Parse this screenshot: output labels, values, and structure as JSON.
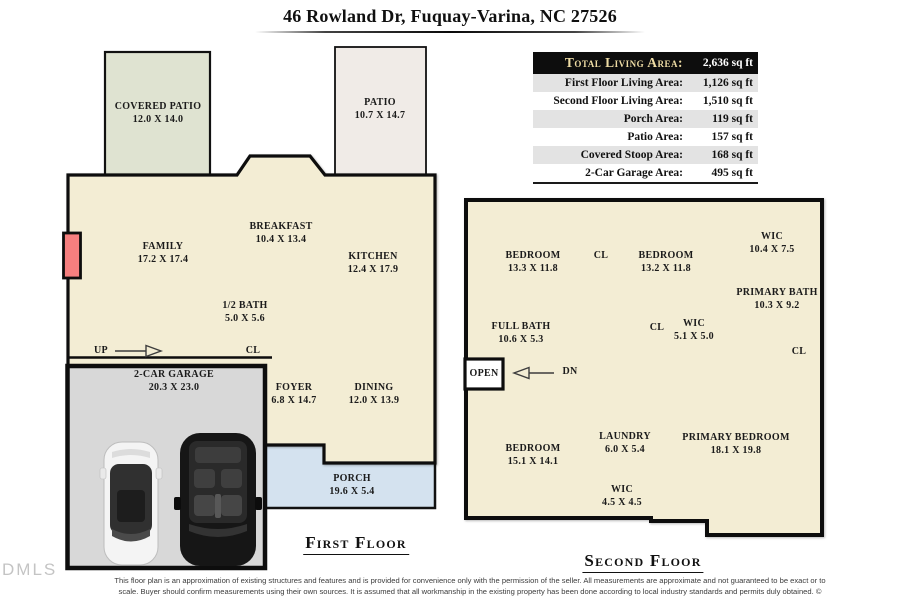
{
  "title": "46 Rowland Dr, Fuquay-Varina, NC 27526",
  "area_table": {
    "header": {
      "label": "Total Living Area:",
      "value": "2,636 sq ft"
    },
    "rows": [
      {
        "label": "First Floor Living Area:",
        "value": "1,126 sq ft"
      },
      {
        "label": "Second Floor Living Area:",
        "value": "1,510 sq ft"
      },
      {
        "label": "Porch Area:",
        "value": "119 sq ft"
      },
      {
        "label": "Patio Area:",
        "value": "157 sq ft"
      },
      {
        "label": "Covered Stoop Area:",
        "value": "168 sq ft"
      },
      {
        "label": "2-Car Garage Area:",
        "value": "495 sq ft"
      }
    ]
  },
  "first_floor": {
    "heading": "First Floor",
    "rooms": [
      {
        "name": "COVERED PATIO",
        "dims": "12.0 X 14.0"
      },
      {
        "name": "PATIO",
        "dims": "10.7 X 14.7"
      },
      {
        "name": "BREAKFAST",
        "dims": "10.4 X 13.4"
      },
      {
        "name": "FAMILY",
        "dims": "17.2 X 17.4"
      },
      {
        "name": "KITCHEN",
        "dims": "12.4 X 17.9"
      },
      {
        "name": "1/2 BATH",
        "dims": "5.0 X 5.6"
      },
      {
        "name": "2-CAR GARAGE",
        "dims": "20.3 X 23.0"
      },
      {
        "name": "FOYER",
        "dims": "6.8 X 14.7"
      },
      {
        "name": "DINING",
        "dims": "12.0 X 13.9"
      },
      {
        "name": "PORCH",
        "dims": "19.6 X 5.4"
      }
    ],
    "markers": {
      "up": "UP",
      "cl": "CL"
    }
  },
  "second_floor": {
    "heading": "Second Floor",
    "rooms": [
      {
        "name": "BEDROOM",
        "dims": "13.3 X 11.8"
      },
      {
        "name": "BEDROOM",
        "dims": "13.2 X 11.8"
      },
      {
        "name": "WIC",
        "dims": "10.4 X 7.5"
      },
      {
        "name": "PRIMARY BATH",
        "dims": "10.3 X 9.2"
      },
      {
        "name": "FULL BATH",
        "dims": "10.6 X 5.3"
      },
      {
        "name": "WIC",
        "dims": "5.1 X 5.0"
      },
      {
        "name": "BEDROOM",
        "dims": "15.1 X 14.1"
      },
      {
        "name": "LAUNDRY",
        "dims": "6.0 X 5.4"
      },
      {
        "name": "PRIMARY BEDROOM",
        "dims": "18.1 X 19.8"
      },
      {
        "name": "WIC",
        "dims": "4.5 X 4.5"
      }
    ],
    "markers": {
      "open": "OPEN",
      "dn": "DN",
      "cl": "CL"
    }
  },
  "watermark": "DMLS",
  "disclaimer": {
    "line1": "This floor plan is an approximation of existing structures and features  and is provided for convenience only with the permission of the seller.  All measurements  are approximate and not guaranteed to be exact or to",
    "line2": "scale.  Buyer should confirm measurements  using their own sources.   It is assumed that all workmanship in the existing property has been done according to local industry standards and permits duly obtained.   ©"
  },
  "colors": {
    "house_fill": "#f3edd4",
    "covered_patio_fill": "#dfe3d1",
    "patio_fill": "#f0ebe7",
    "porch_fill": "#d4e2ef",
    "garage_fill": "#d8d8d8",
    "stoop_fill": "#f67f7f",
    "open_fill": "#ffffff",
    "wall": "#111111",
    "table_header_bg": "#0d0d0d",
    "table_header_text": "#eedca4",
    "table_row_alt": "#e3e3e3"
  }
}
